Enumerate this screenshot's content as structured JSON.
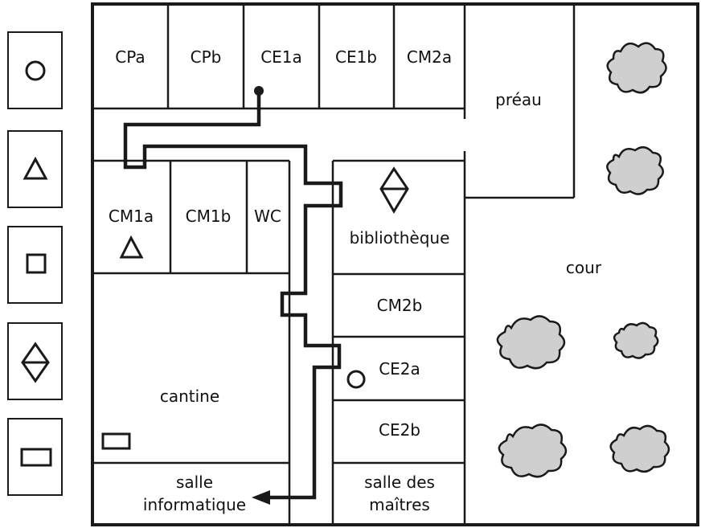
{
  "rooms": {
    "cpa": "CPa",
    "cpb": "CPb",
    "ce1a": "CE1a",
    "ce1b": "CE1b",
    "cm2a": "CM2a",
    "preau": "préau",
    "cm1a": "CM1a",
    "cm1b": "CM1b",
    "wc": "WC",
    "bibliotheque": "bibliothèque",
    "cour": "cour",
    "cm2b": "CM2b",
    "ce2a": "CE2a",
    "ce2b": "CE2b",
    "cantine": "cantine",
    "salle_info_line1": "salle",
    "salle_info_line2": "informatique",
    "salle_maitres_line1": "salle des",
    "salle_maitres_line2": "maîtres"
  },
  "legend": [
    "circle",
    "triangle",
    "square",
    "diamond",
    "rectangle"
  ]
}
